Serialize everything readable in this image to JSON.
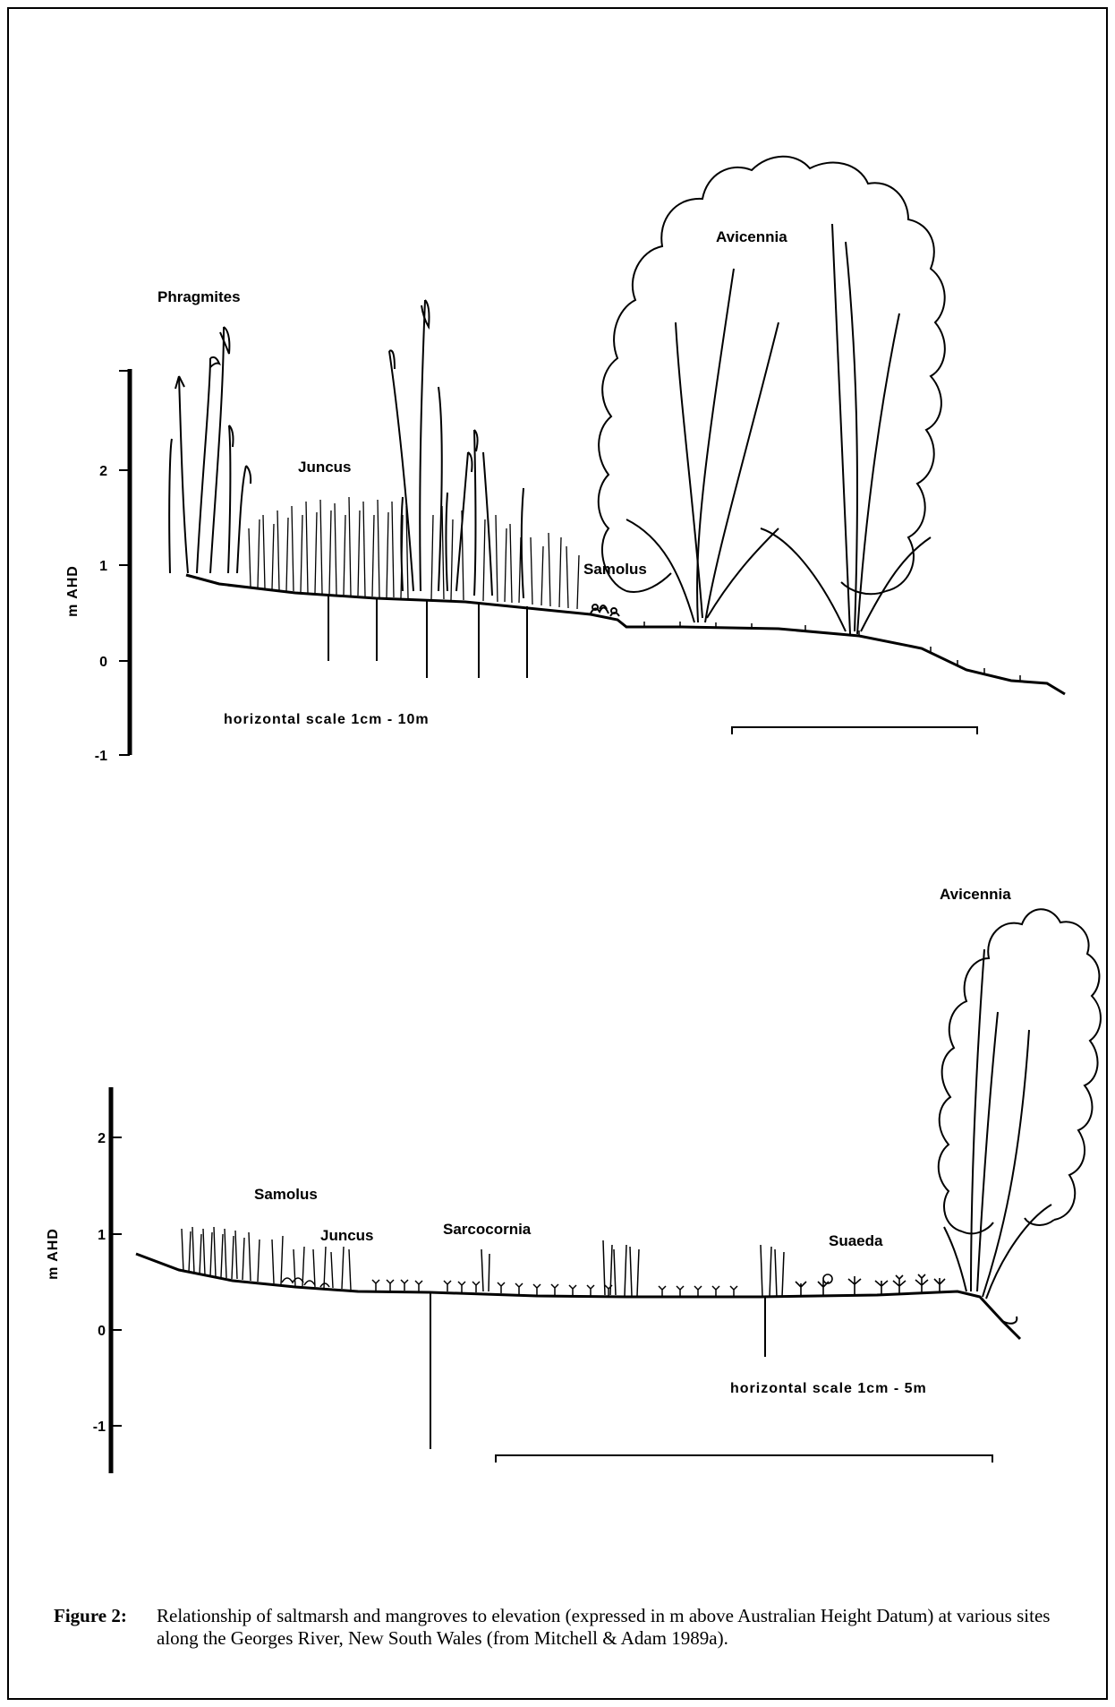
{
  "diagram1": {
    "axis_title": "m AHD",
    "ticks": [
      "2",
      "1",
      "0",
      "-1"
    ],
    "labels": {
      "phragmites": "Phragmites",
      "juncus": "Juncus",
      "samolus": "Samolus",
      "avicennia": "Avicennia"
    },
    "scale_text": "horizontal scale 1cm - 10m"
  },
  "diagram2": {
    "axis_title": "m AHD",
    "ticks": [
      "2",
      "1",
      "0",
      "-1"
    ],
    "labels": {
      "avicennia": "Avicennia",
      "samolus": "Samolus",
      "juncus": "Juncus",
      "sarcocornia": "Sarcocornia",
      "suaeda": "Suaeda"
    },
    "scale_text": "horizontal scale 1cm - 5m"
  },
  "caption": {
    "label": "Figure 2:",
    "text": "Relationship of saltmarsh and mangroves to elevation (expressed in m above Australian Height Datum) at various sites along the Georges River, New South Wales (from Mitchell & Adam 1989a)."
  }
}
